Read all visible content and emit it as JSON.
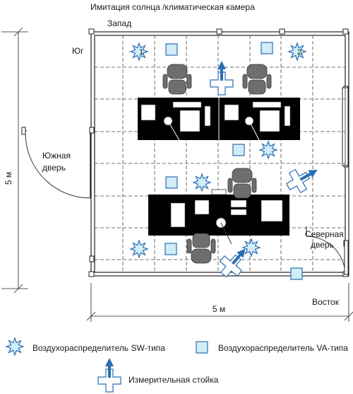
{
  "title": "Имитация солнца /климатическая камера",
  "walls": {
    "west": "Запад",
    "south": "Юг",
    "east": "Восток"
  },
  "doors": {
    "south_line1": "Южная",
    "south_line2": "дверь",
    "north_line1": "Северная",
    "north_line2": "дверь"
  },
  "dimensions": {
    "vertical": "5 м",
    "horizontal": "5 м"
  },
  "markers": {
    "first": "1",
    "second": "2"
  },
  "legend": {
    "sw": "Воздухораспределитель SW-типа",
    "va": "Воздухораспределитель VA-типа",
    "stand": "Измерительная стойка"
  },
  "colors": {
    "accent": "#2a6fb0",
    "fill": "#d2ecf8",
    "desk": "#000000"
  },
  "icons": [
    "star-sw-icon",
    "square-va-icon",
    "cross-stand-icon",
    "chair-icon",
    "monitor-icon"
  ]
}
